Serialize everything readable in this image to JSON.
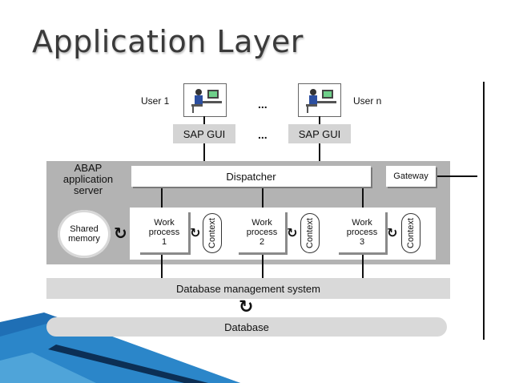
{
  "slide": {
    "title": "Application Layer"
  },
  "users": [
    {
      "label": "User 1",
      "icon": "user-at-computer-icon"
    },
    {
      "label": "User n",
      "icon": "user-at-computer-icon"
    }
  ],
  "ellipsis": "...",
  "sap_gui": [
    "SAP GUI",
    "SAP GUI"
  ],
  "server": {
    "label_line1": "ABAP",
    "label_line2": "application",
    "label_line3": "server",
    "dispatcher": "Dispatcher",
    "gateway": "Gateway",
    "shared_memory_line1": "Shared",
    "shared_memory_line2": "memory",
    "work_processes": [
      {
        "line1": "Work",
        "line2": "process",
        "line3": "1",
        "context": "Context"
      },
      {
        "line1": "Work",
        "line2": "process",
        "line3": "2",
        "context": "Context"
      },
      {
        "line1": "Work",
        "line2": "process",
        "line3": "3",
        "context": "Context"
      }
    ]
  },
  "dbms": "Database management system",
  "database": "Database",
  "colors": {
    "server_gray": "#b3b3b3",
    "light_gray": "#d9d9d9",
    "accent_blue": "#1f6fb5"
  }
}
